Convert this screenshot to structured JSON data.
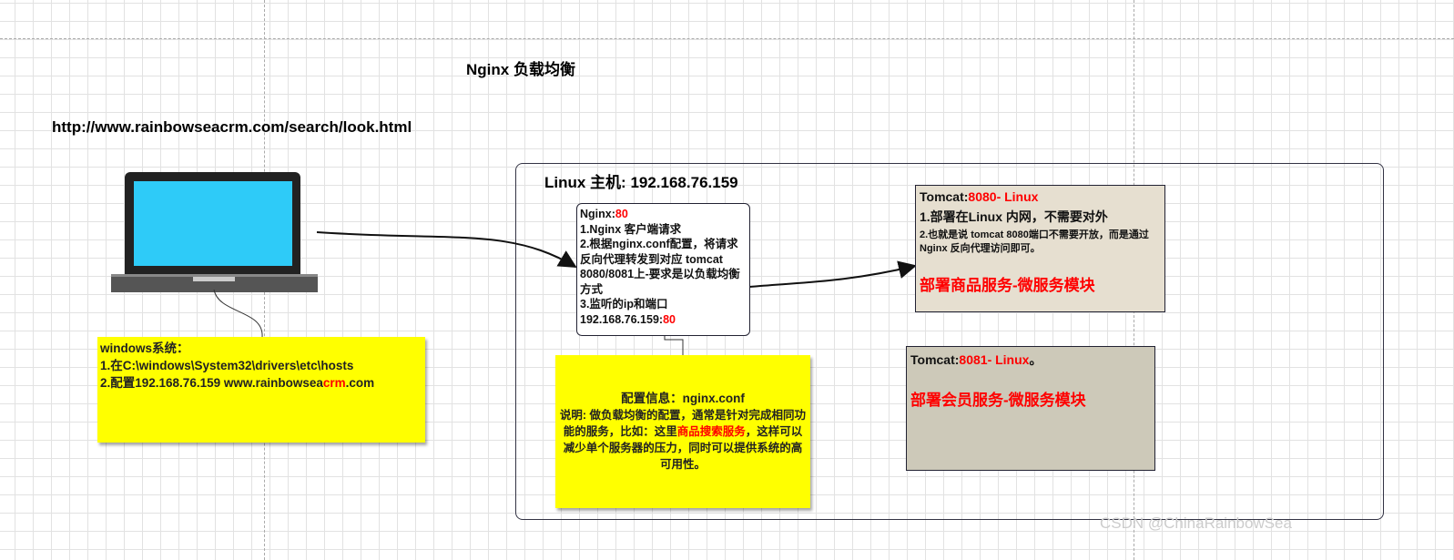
{
  "title": "Nginx 负载均衡",
  "url": "http://www.rainbowseacrm.com/search/look.html",
  "linux_host": "Linux 主机: 192.168.76.159",
  "nginx": {
    "label": "Nginx:",
    "port": "80",
    "lines": [
      "1.Nginx 客户端请求",
      "2.根据nginx.conf配置，将请求反向代理转发到对应 tomcat 8080/8081上-要求是以负载均衡方式",
      "3.监听的ip和端口"
    ],
    "ip": "192.168.76.159:",
    "ip_port": "80"
  },
  "tomcat8080": {
    "label": "Tomcat:",
    "port": "8080- Linux",
    "line1": "1.部署在Linux 内网，不需要对外",
    "line2": "2.也就是说 tomcat 8080端口不需要开放，而是通过Nginx 反向代理访问即可。",
    "service": "部署商品服务-微服务模块"
  },
  "tomcat8081": {
    "label": "Tomcat:",
    "port": "8081- Linux",
    "suffix": "。",
    "service": "部署会员服务-微服务模块"
  },
  "windows_note": {
    "title": "windows系统：",
    "line1": "1.在C:\\windows\\System32\\drivers\\etc\\hosts",
    "line2_pre": "2.配置192.168.76.159 www.rainbowsea",
    "line2_red": "crm",
    "line2_post": ".com"
  },
  "config_note": {
    "title": "配置信息：nginx.conf",
    "text_pre": "说明: 做负载均衡的配置，通常是针对完成相同功能的服务，比如：这里",
    "text_red": "商品搜索服务",
    "text_post": "，这样可以减少单个服务器的压力，同时可以提供系统的高可用性。"
  },
  "watermark": "CSDN @ChinaRainbowSea",
  "colors": {
    "screen": "#2ecbf8",
    "note": "#ffff00",
    "tomcat8080_bg": "#e6dfd0",
    "tomcat8081_bg": "#cdc9b9",
    "accent": "#ff0000"
  }
}
